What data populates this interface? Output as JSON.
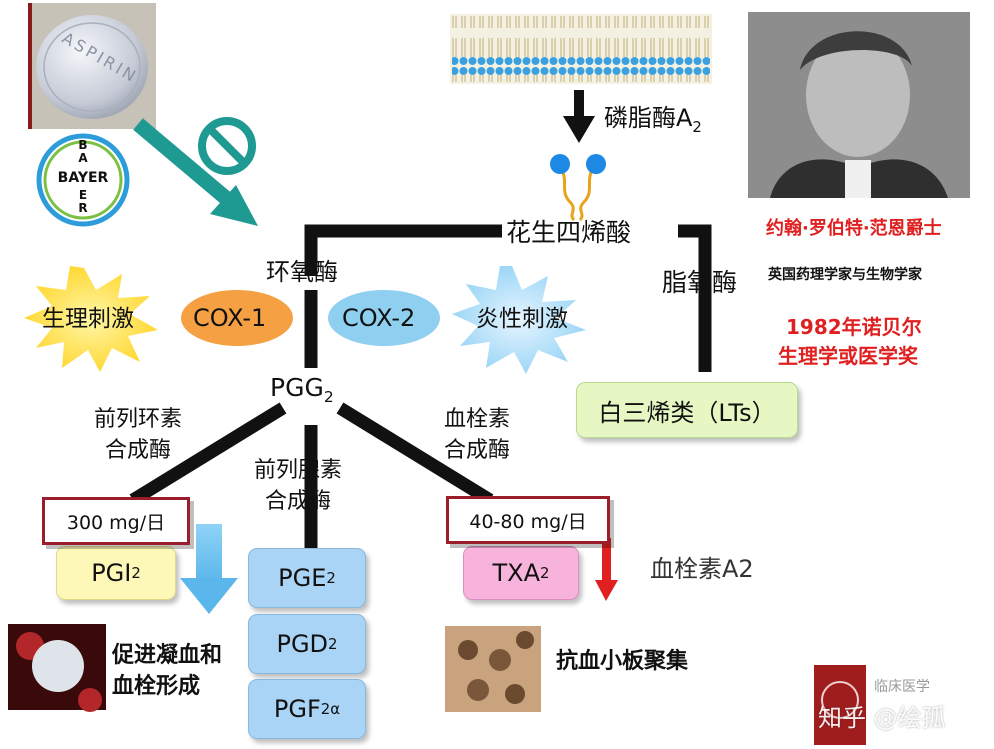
{
  "aspirin": {
    "imprint": "ASPIRIN"
  },
  "bayer": {
    "letters": [
      "B",
      "A",
      "Y",
      "E",
      "R"
    ],
    "brand": "BAYER"
  },
  "membrane": {
    "enzyme_label": "磷脂酶A",
    "enzyme_sub": "2"
  },
  "arachidonic": {
    "label": "花生四烯酸"
  },
  "portrait": {
    "name": "约翰·罗伯特·范恩爵士",
    "title": "英国药理学家与生物学家",
    "award_line1": "1982年诺贝尔",
    "award_line2": "生理学或医学奖"
  },
  "cox": {
    "enzyme_label": "环氧酶",
    "cox1": "COX-1",
    "cox2": "COX-2"
  },
  "stimuli": {
    "physiological": "生理刺激",
    "inflammatory": "炎性刺激"
  },
  "lipoxygenase": {
    "label": "脂氧酶",
    "product": "白三烯类（LTs）"
  },
  "pgg2": {
    "label": "PGG",
    "sub": "2"
  },
  "branches": {
    "left_enzyme": [
      "前列环素",
      "合成酶"
    ],
    "middle_enzyme": [
      "前列腺素",
      "合成酶"
    ],
    "right_enzyme": [
      "血栓素",
      "合成酶"
    ]
  },
  "doses": {
    "low": "300 mg/日",
    "high": "40-80 mg/日"
  },
  "products": {
    "pgi2": {
      "label": "PGI",
      "sub": "2"
    },
    "pge2": {
      "label": "PGE",
      "sub": "2"
    },
    "pgd2": {
      "label": "PGD",
      "sub": "2"
    },
    "pgf2a": {
      "label": "PGF",
      "sub": "2α"
    },
    "txa2": {
      "label": "TXA",
      "sub": "2"
    }
  },
  "txa2_name": "血栓素A2",
  "effects": {
    "left": [
      "促进凝血和",
      "血栓形成"
    ],
    "right": "抗血小板聚集"
  },
  "watermark": {
    "logo_text": "临床医学",
    "handle": "知乎 @绘孤"
  },
  "colors": {
    "teal_arrow": "#1f9a93",
    "cox1": "#f5a143",
    "cox2": "#8fd0f0",
    "lts_box": "#e6f7c4",
    "pgi_box": "#fdf7b8",
    "pge_box": "#a9d4f5",
    "txa_box": "#f7b3dc",
    "award_red": "#e02020",
    "dose_border": "#9b1c2a"
  }
}
